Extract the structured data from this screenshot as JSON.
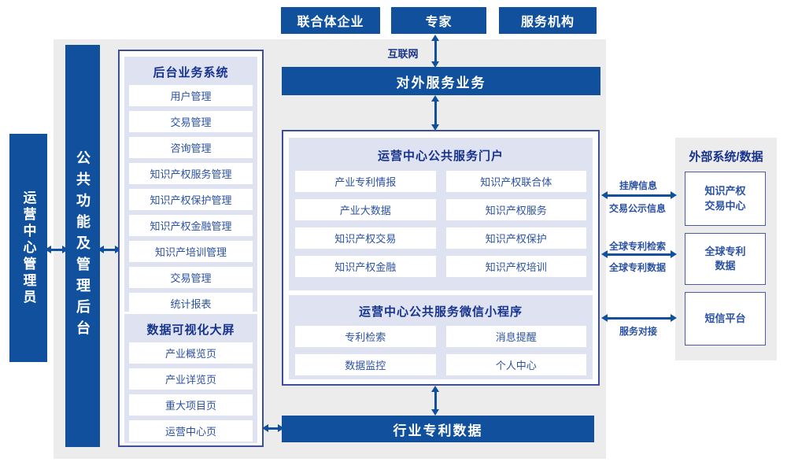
{
  "colors": {
    "primary_blue": "#10509d",
    "panel_gray": "#ececec",
    "lavender": "#dee2f1",
    "box_border": "#3d4e9a",
    "title_text": "#17338c",
    "item_text": "#2b51a3"
  },
  "top_actors": {
    "consortium": "联合体企业",
    "expert": "专家",
    "service_org": "服务机构"
  },
  "internet_label": "互联网",
  "external_service_bar": "对外服务业务",
  "left": {
    "admin_box": "运营中心管理员",
    "backend_bar": "公共功能及管理后台",
    "backend_system": {
      "title": "后台业务系统",
      "items": [
        "用户管理",
        "交易管理",
        "咨询管理",
        "知识产权服务管理",
        "知识产权保护管理",
        "知识产权金融管理",
        "知识产培训管理",
        "交易管理",
        "统计报表"
      ]
    },
    "dashboard": {
      "title": "数据可视化大屏",
      "items": [
        "产业概览页",
        "产业详览页",
        "重大项目页",
        "运营中心页"
      ]
    }
  },
  "center": {
    "portal": {
      "title": "运营中心公共服务门户",
      "items": [
        "产业专利情报",
        "知识产权联合体",
        "产业大数据",
        "知识产权服务",
        "知识产权交易",
        "知识产权保护",
        "知识产权金融",
        "知识产权培训"
      ]
    },
    "miniprogram": {
      "title": "运营中心公共服务微信小程序",
      "items": [
        "专利检索",
        "消息提醒",
        "数据监控",
        "个人中心"
      ]
    }
  },
  "industry_patent_bar": "行业专利数据",
  "external": {
    "title": "外部系统/数据",
    "systems": [
      {
        "line1": "知识产权",
        "line2": "交易中心"
      },
      {
        "line1": "全球专利",
        "line2": "数据"
      },
      {
        "line1": "短信平台",
        "line2": ""
      }
    ],
    "links": [
      {
        "top": "挂牌信息",
        "bottom": "交易公示信息"
      },
      {
        "top": "全球专利检索",
        "bottom": "全球专利数据"
      },
      {
        "top": "",
        "bottom": "服务对接"
      }
    ]
  }
}
